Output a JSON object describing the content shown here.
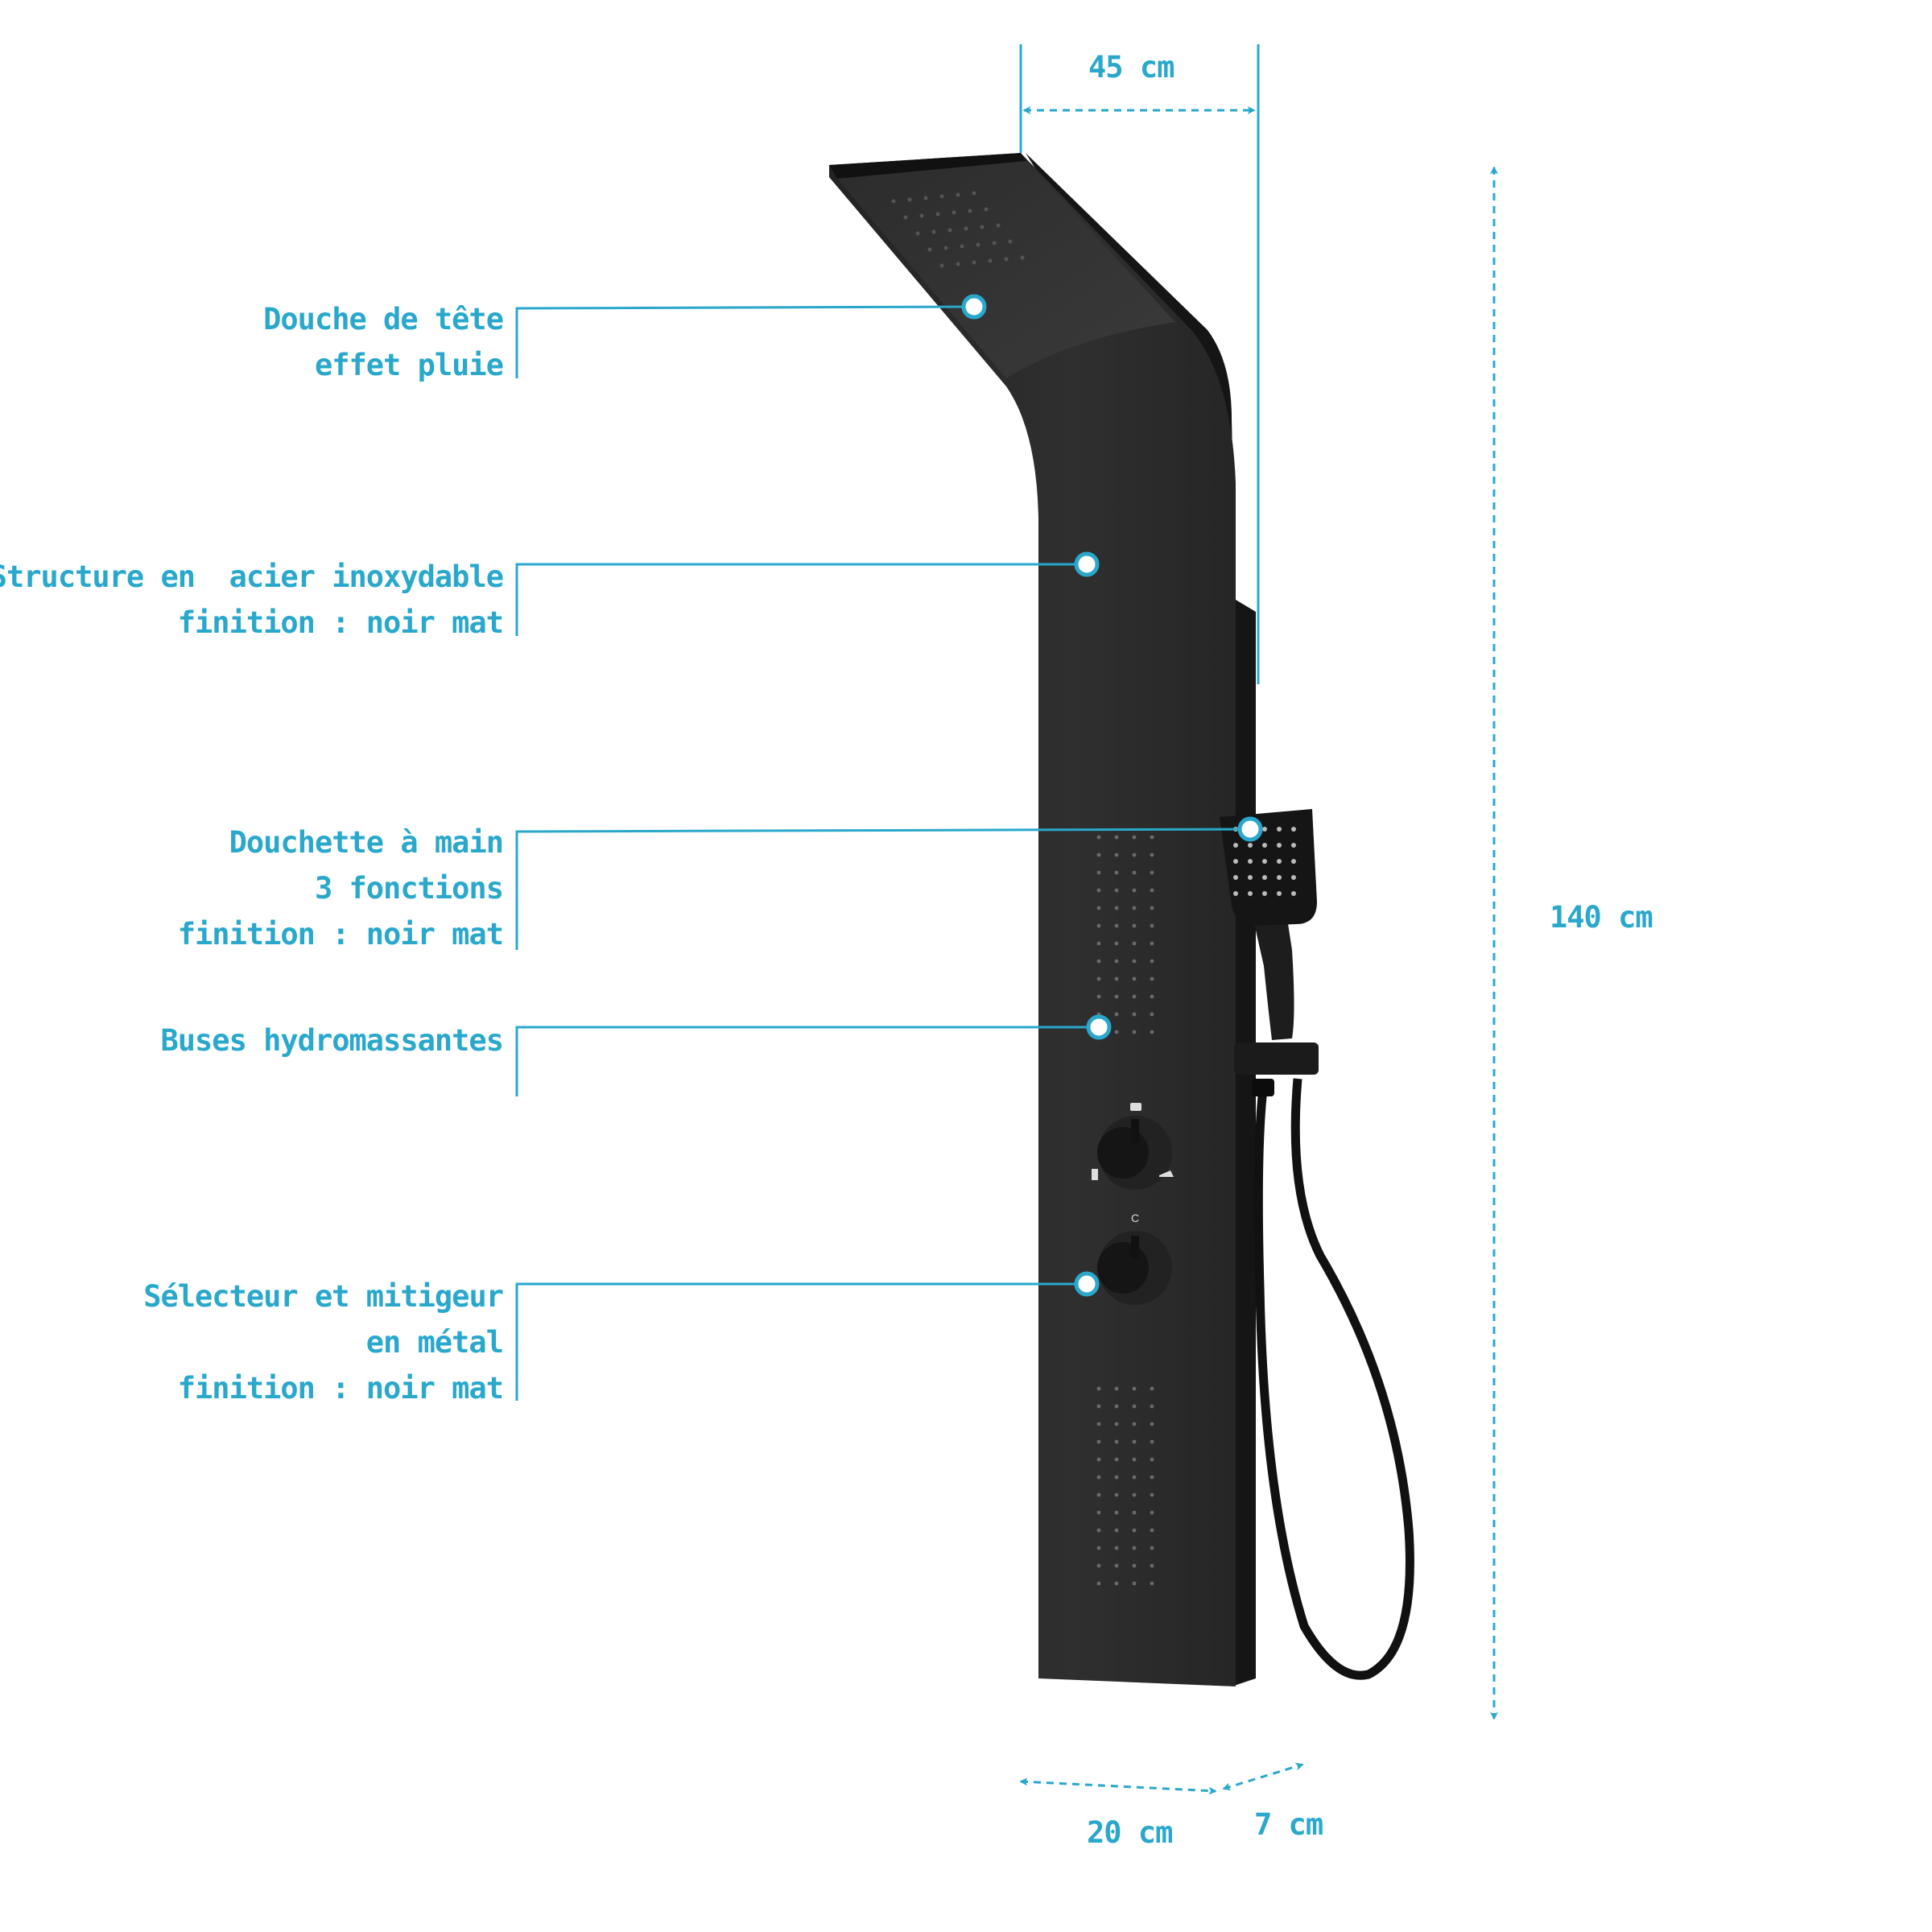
{
  "callouts": [
    {
      "lines": [
        "Douche de tête",
        "effet pluie"
      ]
    },
    {
      "lines": [
        "Structure en  acier inoxydable",
        "finition : noir mat"
      ]
    },
    {
      "lines": [
        "Douchette à main",
        "3 fonctions",
        "finition : noir mat"
      ]
    },
    {
      "lines": [
        "Buses hydromassantes"
      ]
    },
    {
      "lines": [
        "Sélecteur et mitigeur",
        "en métal",
        "finition : noir mat"
      ]
    }
  ],
  "dimensions": {
    "depth_top": "45 cm",
    "height": "140 cm",
    "width": "20 cm",
    "thickness": "7 cm"
  },
  "knob_marks": {
    "temperature": "C"
  },
  "colors": {
    "accent": "#29a8cc",
    "panel": "#2b2b2b",
    "panel_edge": "#1a1a1a"
  }
}
